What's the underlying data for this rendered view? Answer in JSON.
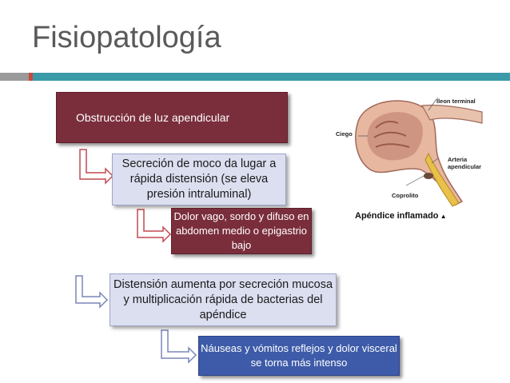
{
  "slide": {
    "title": "Fisiopatología"
  },
  "flow": {
    "step1": "Obstrucción de luz apendicular",
    "step2": "Secreción de moco da lugar a rápida distensión (se eleva presión intraluminal)",
    "step3": "Dolor vago, sordo y difuso en abdomen medio o epigastrio bajo",
    "step4": "Distensión aumenta por secreción mucosa y multiplicación rápida de bacterias del apéndice",
    "step5": "Náuseas y vómitos reflejos y dolor visceral se torna más intenso"
  },
  "illustration": {
    "label_ileon": "Íleon terminal",
    "label_ciego": "Ciego",
    "label_arteria": "Arteria apendicular",
    "label_coprolito": "Coprolito",
    "caption": "Apéndice inflamado"
  },
  "colors": {
    "accent_teal": "#3a9aa8",
    "accent_red": "#c84a3a",
    "maroon": "#7a2e3c",
    "lavender": "#dcdff0",
    "blue": "#3d5ba8"
  }
}
